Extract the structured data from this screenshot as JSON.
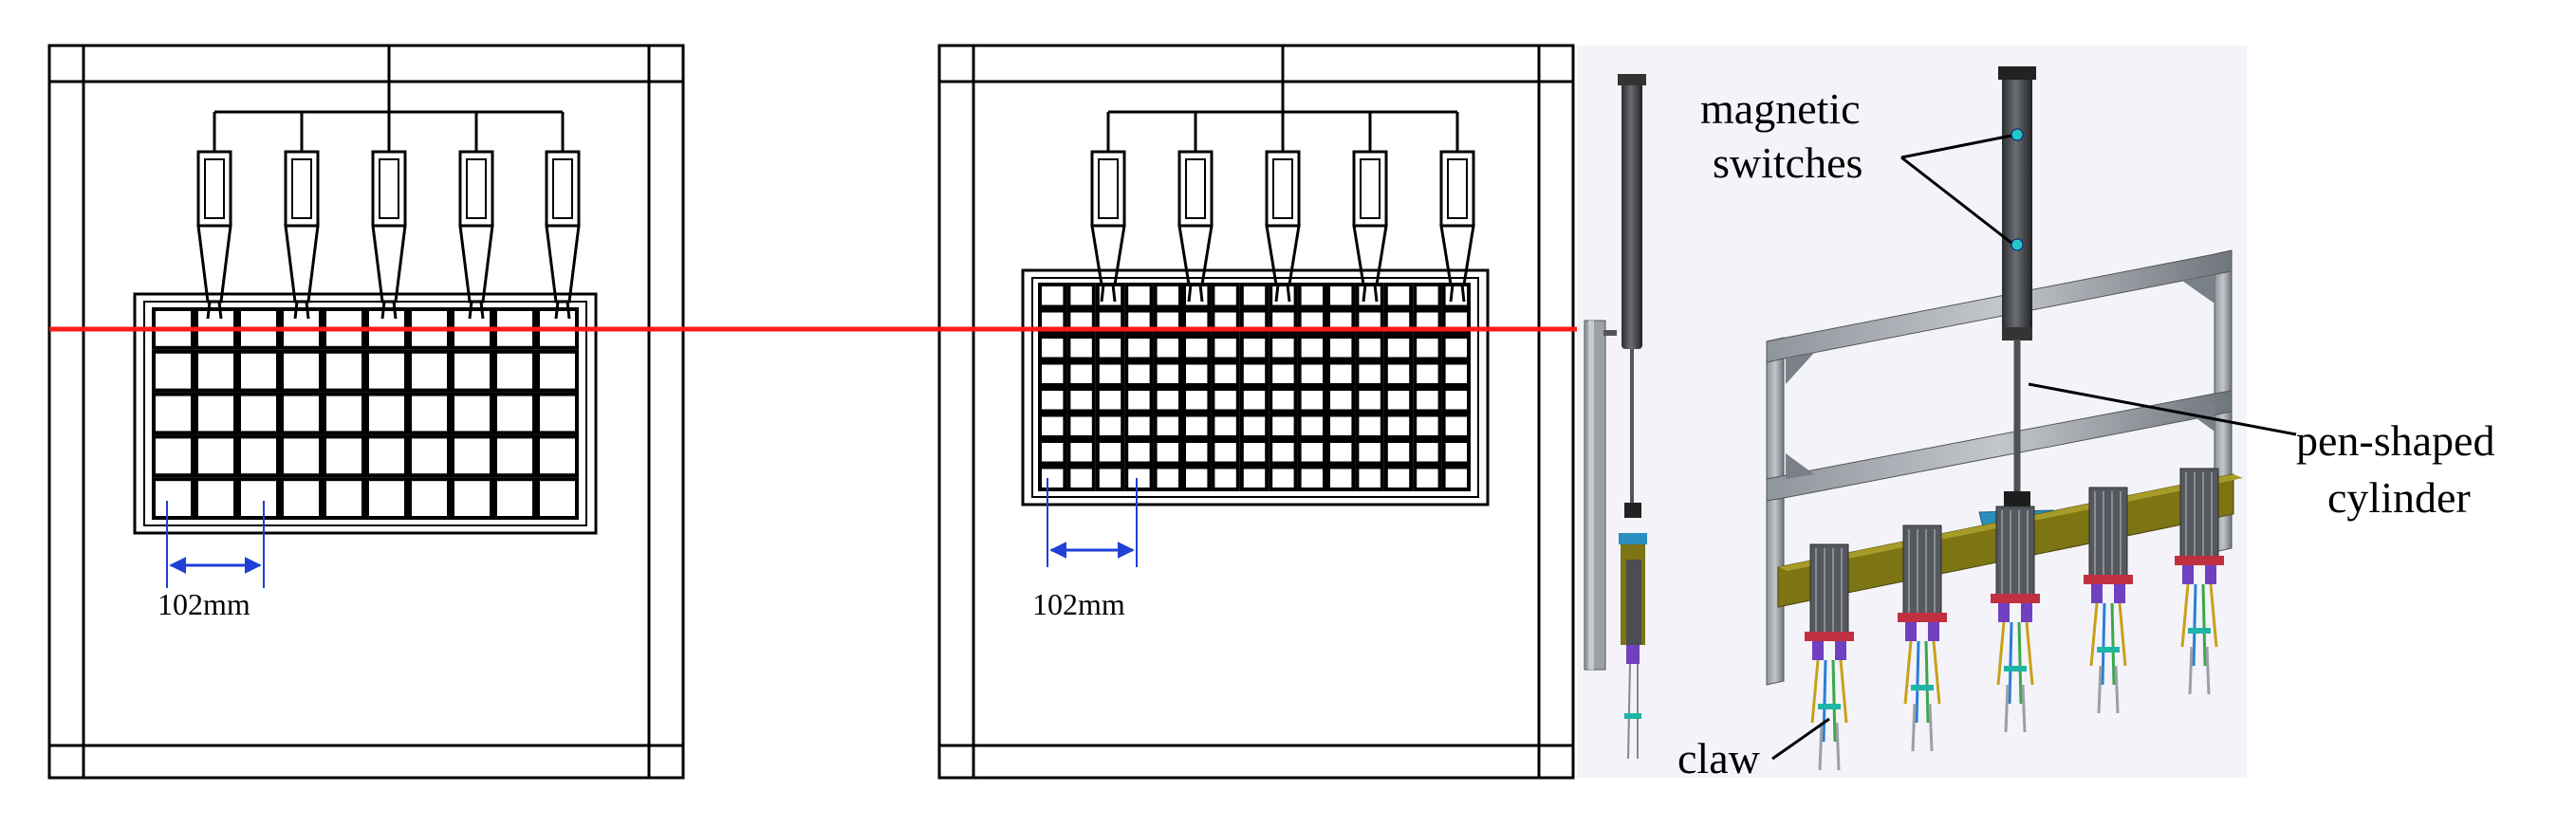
{
  "left_panel": {
    "dimension_label": "102mm"
  },
  "middle_panel": {
    "dimension_label": "102mm"
  },
  "right_panel": {
    "labels": {
      "magnetic_1": "magnetic",
      "magnetic_2": "switches",
      "pen_1": "pen-shaped",
      "pen_2": "cylinder",
      "claw": "claw"
    }
  },
  "colors": {
    "reference_line": "#ff1a1a",
    "dimension": "#1f3fd6",
    "frame": "#7a8088",
    "bar": "#7d7414",
    "plate": "#2a8fbf",
    "switch_dot": "#22c8c8"
  }
}
